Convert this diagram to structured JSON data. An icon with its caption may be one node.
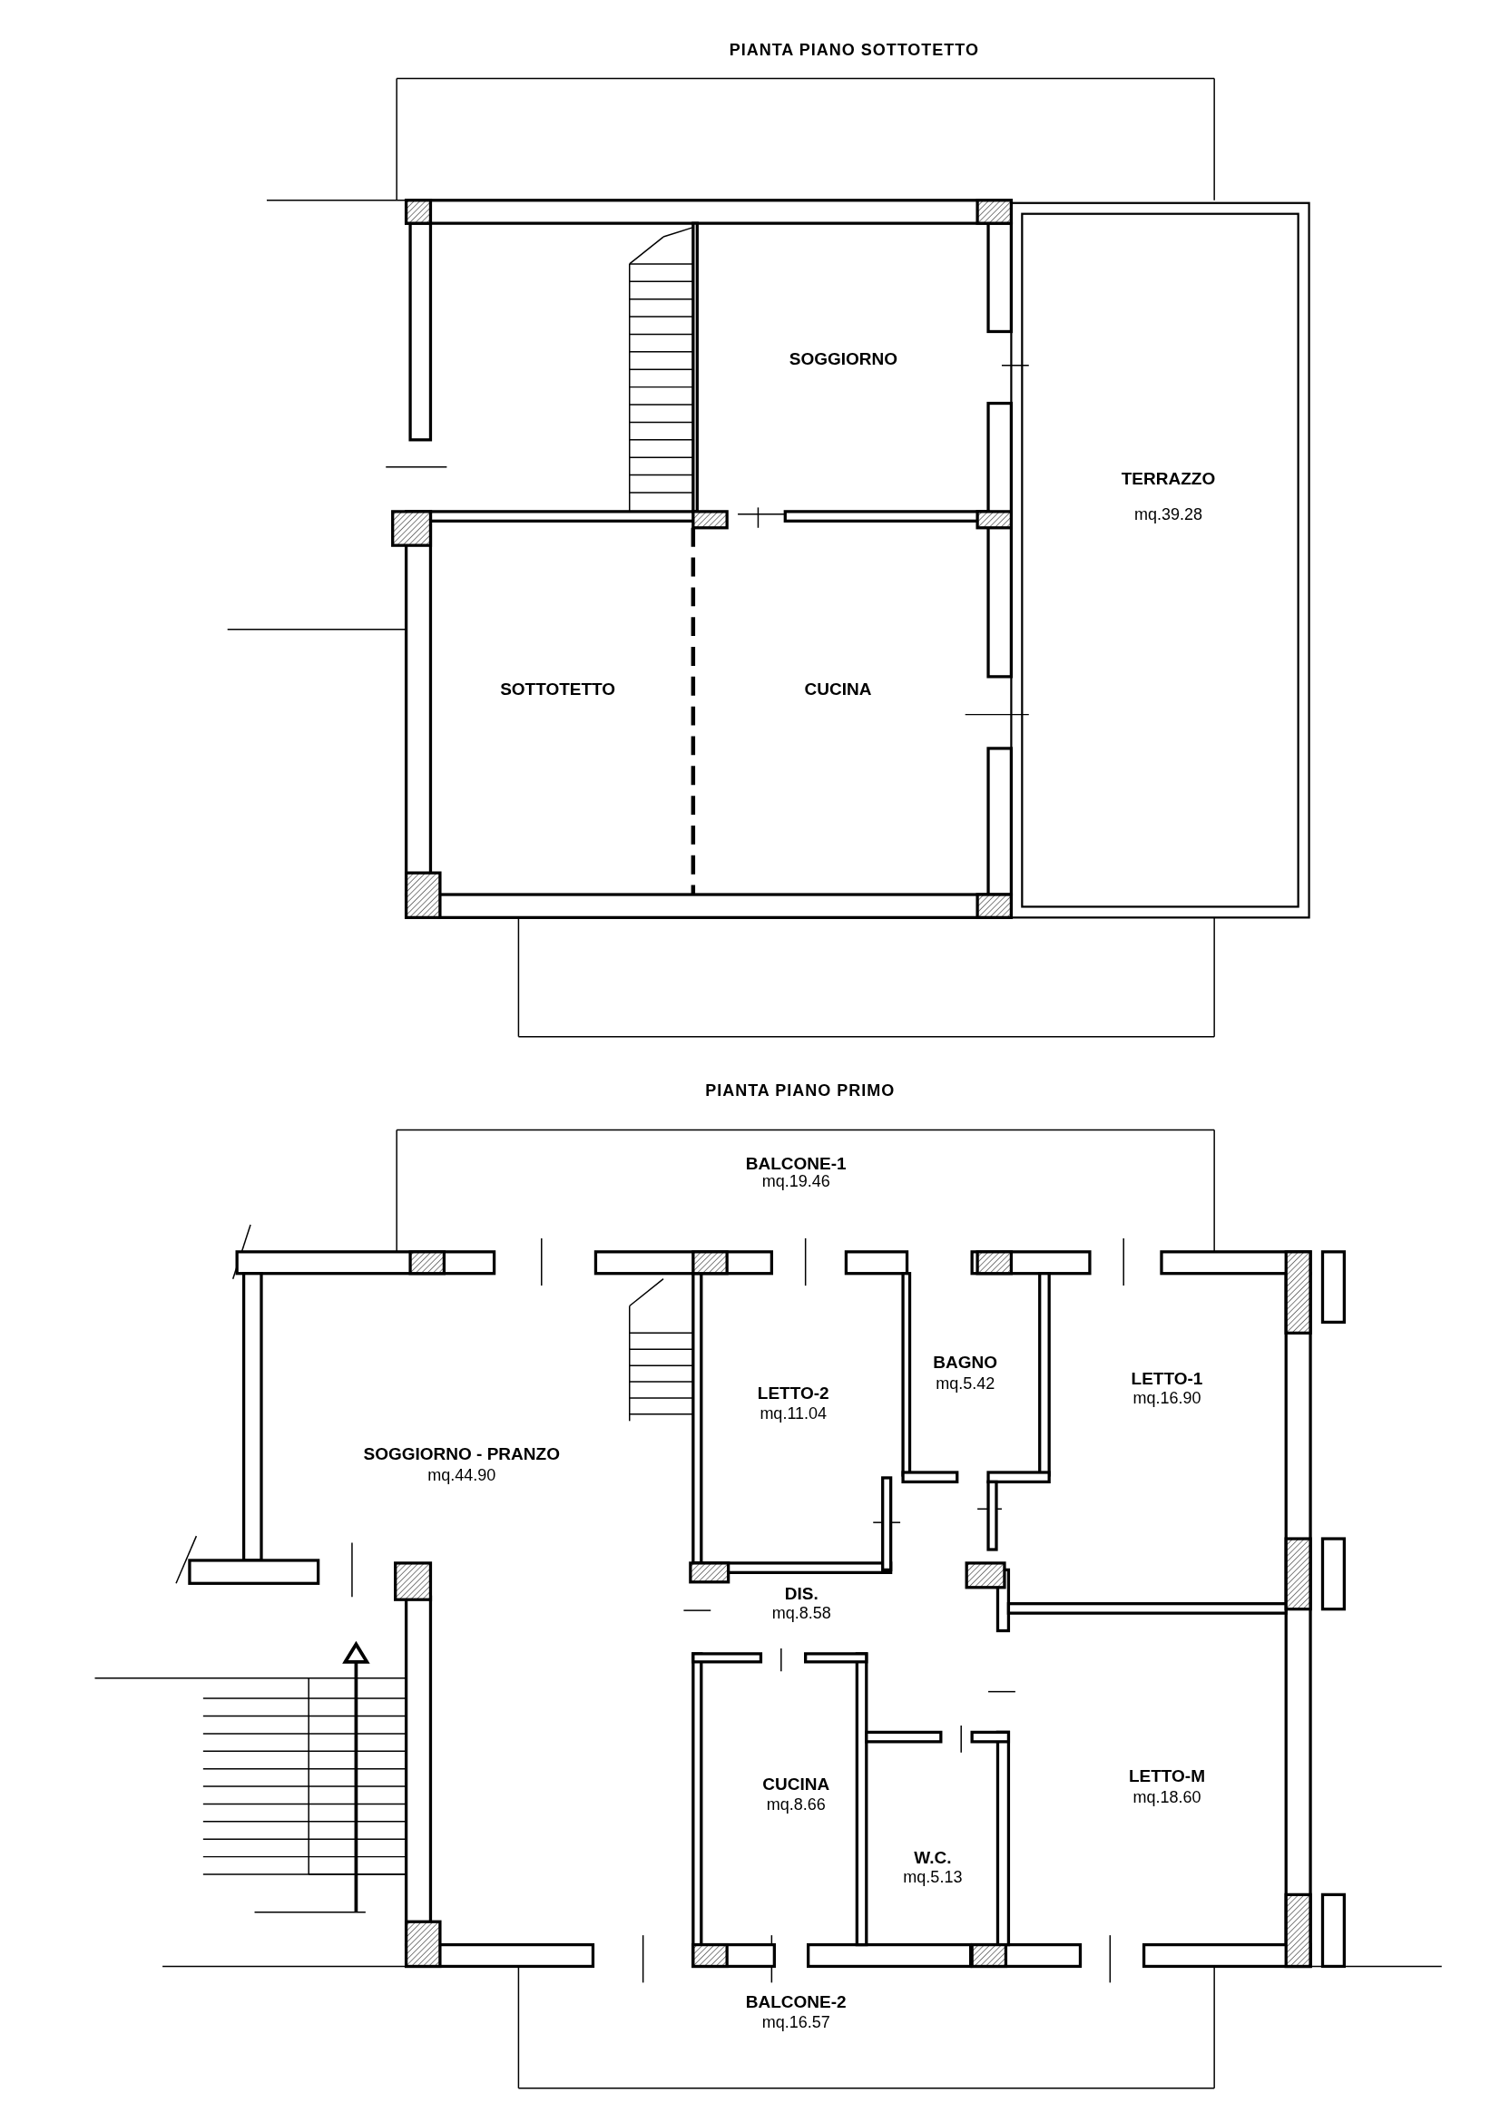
{
  "diagram": {
    "labels": [
      "PIANTA PIANO SOTTOTETTO",
      "SOGGIORNO",
      "TERRAZZO",
      "mq.39.28",
      "SOTTOTETTO",
      "CUCINA",
      "PIANTA PIANO PRIMO",
      "BALCONE-1",
      "mq.19.46",
      "BAGNO",
      "mq.5.42",
      "LETTO-2",
      "mq.11.04",
      "LETTO-1",
      "mq.16.90",
      "SOGGIORNO - PRANZO",
      "mq.44.90",
      "DIS.",
      "mq.8.58",
      "LETTO-M",
      "mq.18.60",
      "CUCINA",
      "mq.8.66",
      "W.C.",
      "mq.5.13",
      "BALCONE-2",
      "mq.16.57"
    ]
  }
}
